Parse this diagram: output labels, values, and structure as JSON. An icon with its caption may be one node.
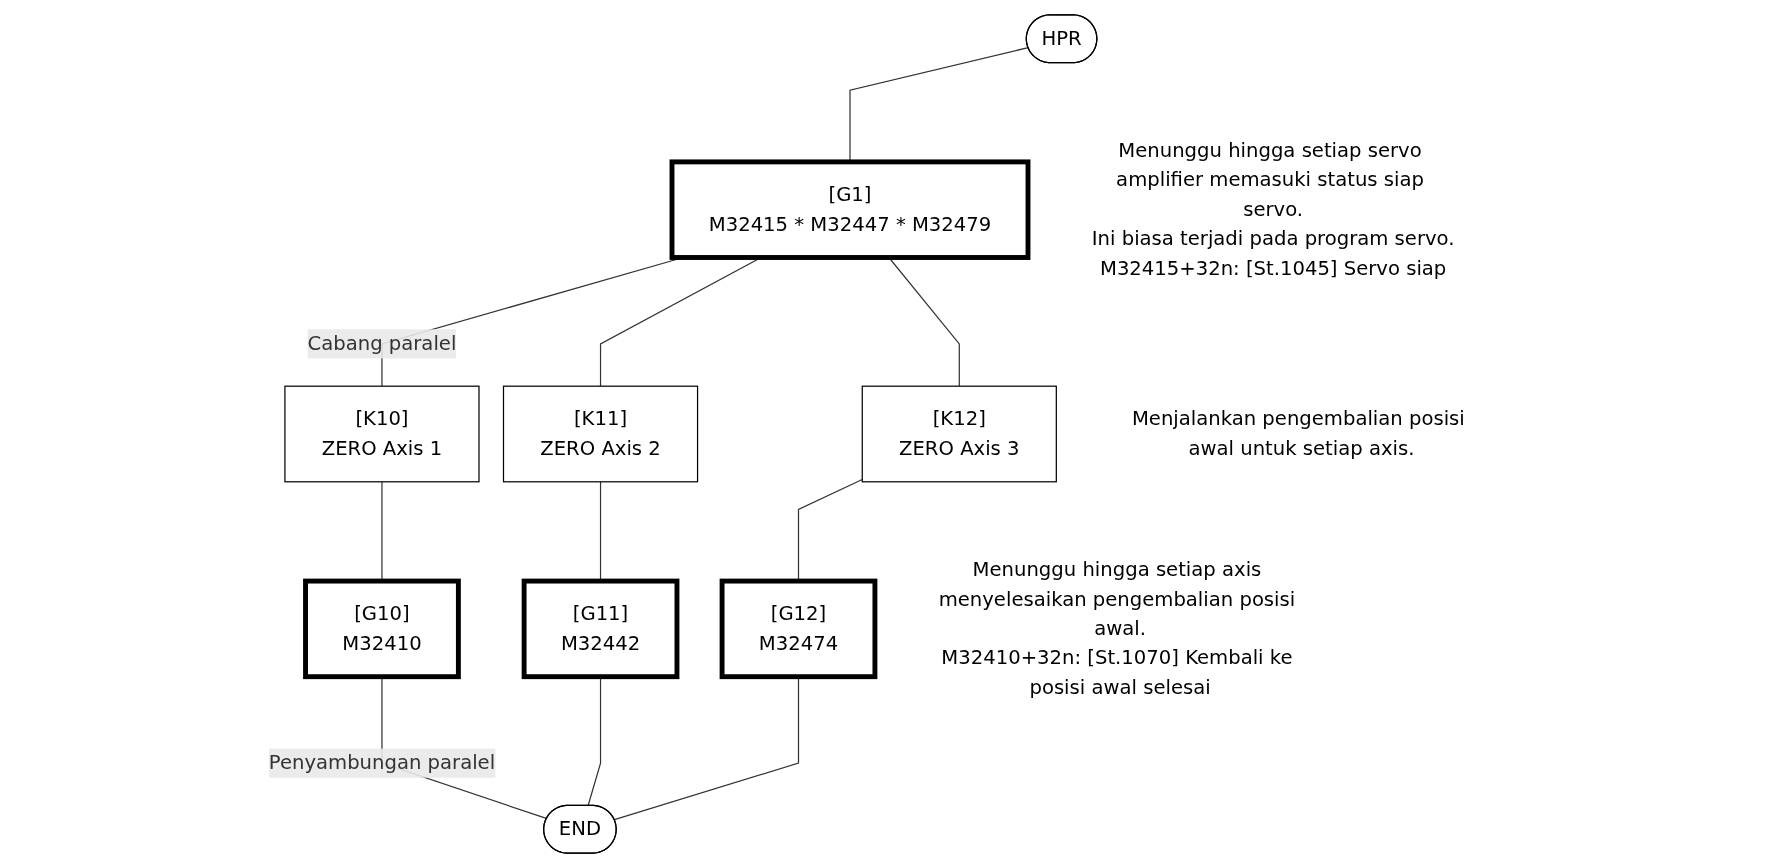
{
  "diagram": {
    "nodes": [
      {
        "text": [
          "HPR"
        ]
      },
      {
        "text": [
          "[G1]",
          "M32415 * M32447 * M32479"
        ],
        "beside": [
          "Menunggu hingga setiap servo amplifier memasuki status siap servo.",
          "Ini biasa terjadi pada program servo.",
          "M32415+32n: [St.1045] Servo siap"
        ]
      },
      {
        "text": [
          "[K10]",
          "ZERO Axis 1"
        ]
      },
      {
        "text": [
          "[K11]",
          "ZERO Axis 2"
        ]
      },
      {
        "text": [
          "[K12]",
          "ZERO Axis 3"
        ],
        "beside": [
          "Menjalankan pengembalian posisi awal untuk setiap axis."
        ]
      },
      {
        "text": [
          "[G10]",
          "M32410"
        ]
      },
      {
        "text": [
          "[G11]",
          "M32442"
        ]
      },
      {
        "text": [
          "[G12]",
          "M32474"
        ],
        "beside": [
          "Menunggu hingga setiap axis menyelesaikan pengembalian posisi awal.",
          "M32410+32n: [St.1070] Kembali ke posisi awal selesai"
        ]
      },
      {
        "text": [
          "END"
        ]
      }
    ],
    "edges": [
      {
        "from": 0,
        "to": 1,
        "arrow": "none"
      },
      {
        "from": 1,
        "to": 2,
        "arrow": "none",
        "label": "Cabang paralel"
      },
      {
        "from": 1,
        "to": 3,
        "arrow": "none"
      },
      {
        "from": 1,
        "to": 4,
        "arrow": "none"
      },
      {
        "from": 2,
        "to": 5,
        "arrow": "none"
      },
      {
        "from": 3,
        "to": 6,
        "arrow": "none"
      },
      {
        "from": 4,
        "to": 7,
        "arrow": "none"
      },
      {
        "from": 5,
        "to": 8,
        "arrow": "none",
        "label": "Penyambungan paralel"
      },
      {
        "from": 6,
        "to": 8,
        "arrow": "none"
      },
      {
        "from": 7,
        "to": 8,
        "arrow": "none"
      }
    ]
  }
}
